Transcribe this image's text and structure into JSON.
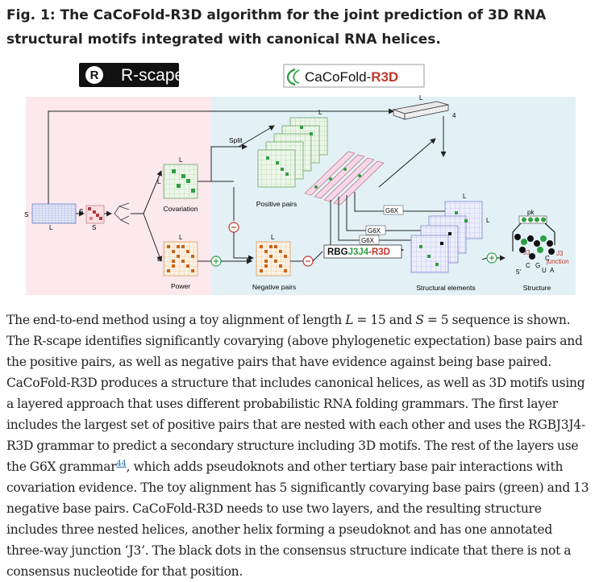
{
  "figure": {
    "title": "Fig. 1: The CaCoFold-R3D algorithm for the joint prediction of 3D RNA structural motifs integrated with canonical RNA helices.",
    "rscape_logo": "R-scape",
    "cacofold_logo": {
      "main": "CaCoFold-",
      "accent": "R3D"
    },
    "labels": {
      "L": "L",
      "S": "S",
      "four": "4",
      "split": "Split",
      "covariation": "Covariation",
      "positive_pairs": "Positive pairs",
      "power": "Power",
      "negative_pairs": "Negative pairs",
      "structural_elements": "Structural elements",
      "structure": "Structure",
      "g6x": "G6X",
      "rbg_prefix": "RBG",
      "rbg_j3j4": "J3J4",
      "rbg_suffix": "-R3D",
      "pk": "pk",
      "j3": "J3",
      "j3_junction": "J3\njunction",
      "five_prime": "5′",
      "bp_c1": "C",
      "bp_g": "G",
      "bp_c2": "C",
      "bp_u": "U",
      "bp_a": "A"
    },
    "colors": {
      "green": "#2f9e44",
      "red": "#c0392b",
      "orange": "#c8651a",
      "pink_bg": "#fbe9ee",
      "blue_bg": "#e3f1f7"
    }
  },
  "caption": {
    "p1": "The end-to-end method using a toy alignment of length ",
    "L": "L",
    "eq1": " = 15 and ",
    "S": "S",
    "eq2": " = 5 sequence is shown. The R-scape identifies significantly covarying (above phylogenetic expectation) base pairs and the positive pairs, as well as negative pairs that have evidence against being base paired. CaCoFold-R3D produces a structure that includes canonical helices, as well as 3D motifs using a layered approach that uses different probabilistic RNA folding grammars. The first layer includes the largest set of positive pairs that are nested with each other and uses the RGBJ3J4-R3D grammar to predict a secondary structure including 3D motifs. The rest of the layers use the G6X grammar",
    "ref": "44",
    "p2": ", which adds pseudoknots and other tertiary base pair interactions with covariation evidence. The toy alignment has 5 significantly covarying base pairs (green) and 13 negative base pairs. CaCoFold-R3D needs to use two layers, and the resulting structure includes three nested helices, another helix forming a pseudoknot and has one annotated three-way junction ‘J3’. The black dots in the consensus structure indicate that there is not a consensus nucleotide for that position."
  }
}
